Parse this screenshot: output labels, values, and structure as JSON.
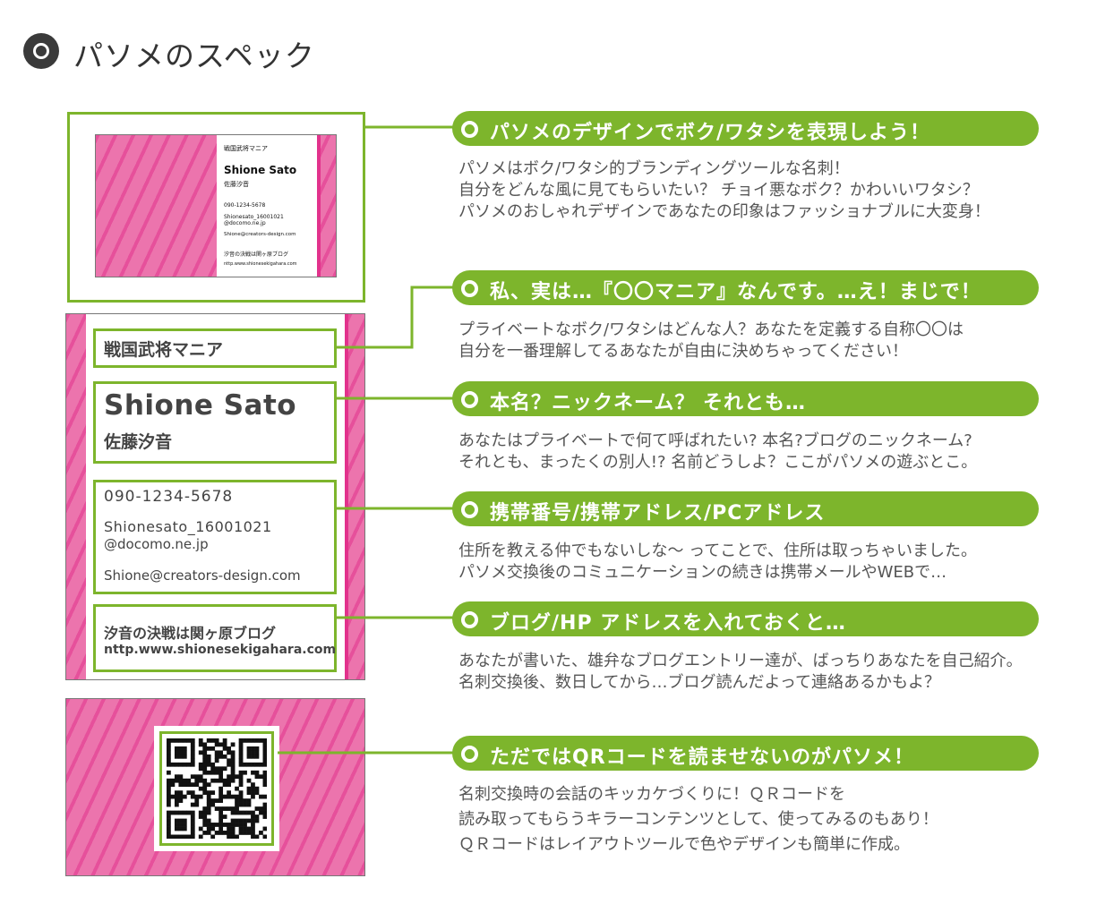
{
  "title": "パソメのスペック",
  "colors": {
    "accent_green": "#7db52c",
    "pink": "#ec74ad",
    "dark_pink": "#e2328c",
    "title_dot": "#3a3a3a"
  },
  "card": {
    "hobby": "戦国武将マニア",
    "name_en": "Shione Sato",
    "name_jp": "佐藤汐音",
    "phone": "090-1234-5678",
    "mobile_email_1": "Shionesato_16001021",
    "mobile_email_2": "@docomo.ne.jp",
    "pc_email": "Shione@creators-design.com",
    "blog_title": "汐音の決戦は関ヶ原ブログ",
    "blog_url": "nttp.www.shionesekigahara.com"
  },
  "sections": [
    {
      "heading": "パソメのデザインでボク/ワタシを表現しよう！",
      "lines": [
        "パソメはボク/ワタシ的ブランディングツールな名刺！",
        "自分をどんな風に見てもらいたい？ チョイ悪なボク？かわいいワタシ？",
        "パソメのおしゃれデザインであなたの印象はファッショナブルに大変身！"
      ]
    },
    {
      "heading": "私、実は…『〇〇マニア』なんです。…え！まじで！",
      "lines": [
        "プライベートなボク/ワタシはどんな人？あなたを定義する自称〇〇は",
        "自分を一番理解してるあなたが自由に決めちゃってください！"
      ]
    },
    {
      "heading": "本名？ニックネーム？ それとも…",
      "lines": [
        "あなたはプライベートで何て呼ばれたい? 本名?ブログのニックネーム?",
        "それとも、まったくの別人!? 名前どうしよ？ここがパソメの遊ぶとこ。"
      ]
    },
    {
      "heading": "携帯番号/携帯アドレス/PCアドレス",
      "lines": [
        "住所を教える仲でもないしな～ ってことで、住所は取っちゃいました。",
        "パソメ交換後のコミュニケーションの続きは携帯メールやWEBで…"
      ]
    },
    {
      "heading": "ブログ/HP アドレスを入れておくと…",
      "lines": [
        "あなたが書いた、雄弁なブログエントリー達が、ばっちりあなたを自己紹介。",
        "名刺交換後、数日してから…ブログ読んだよって連絡あるかもよ？"
      ]
    },
    {
      "heading": "ただではQRコードを読ませないのがパソメ！",
      "lines": [
        "名刺交換時の会話のキッカケづくりに！ＱＲコードを",
        "読み取ってもらうキラーコンテンツとして、使ってみるのもあり！",
        "ＱＲコードはレイアウトツールで色やデザインも簡単に作成。"
      ]
    }
  ]
}
